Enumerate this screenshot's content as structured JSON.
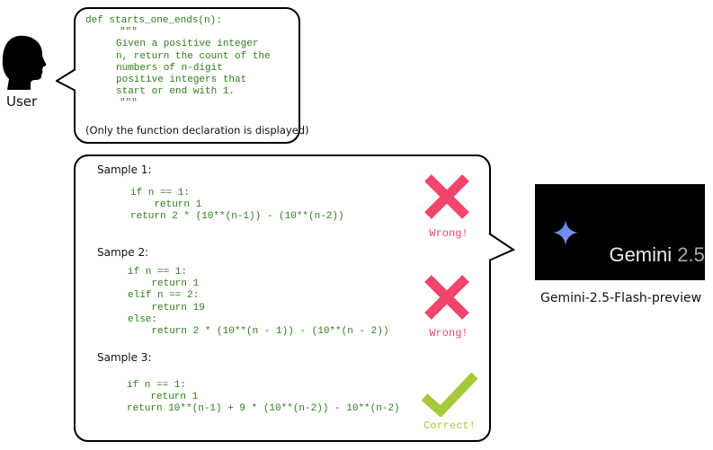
{
  "user": {
    "label": "User",
    "prompt_code": {
      "signature": "def starts_one_ends(n):",
      "docstring_open": "\"\"\"",
      "docstring_lines": [
        "Given a positive integer",
        "n, return the count of the",
        "numbers of n-digit",
        "positive integers that",
        "start or end with 1."
      ],
      "docstring_close": "\"\"\""
    },
    "note": "(Only the function declaration is displayed)"
  },
  "samples": [
    {
      "title": "Sample 1:",
      "code_lines": [
        "if n == 1:",
        "    return 1",
        "return 2 * (10**(n-1)) - (10**(n-2))"
      ],
      "verdict": "Wrong!",
      "verdict_icon": "cross-icon",
      "verdict_color": "#f0466c"
    },
    {
      "title": "Sampe 2:",
      "code_lines": [
        "if n == 1:",
        "    return 1",
        "elif n == 2:",
        "    return 19",
        "else:",
        "    return 2 * (10**(n - 1)) - (10**(n - 2))"
      ],
      "verdict": "Wrong!",
      "verdict_icon": "cross-icon",
      "verdict_color": "#f0466c"
    },
    {
      "title": "Sample 3:",
      "code_lines": [
        "if n == 1:",
        "    return 1",
        "return 10**(n-1) + 9 * (10**(n-2)) - 10**(n-2)"
      ],
      "verdict": "Correct!",
      "verdict_icon": "check-icon",
      "verdict_color": "#a6c93a"
    }
  ],
  "model": {
    "logo_text": "Gemini",
    "logo_version": "2.5",
    "caption": "Gemini-2.5-Flash-preview",
    "logo_bg": "#000000"
  }
}
